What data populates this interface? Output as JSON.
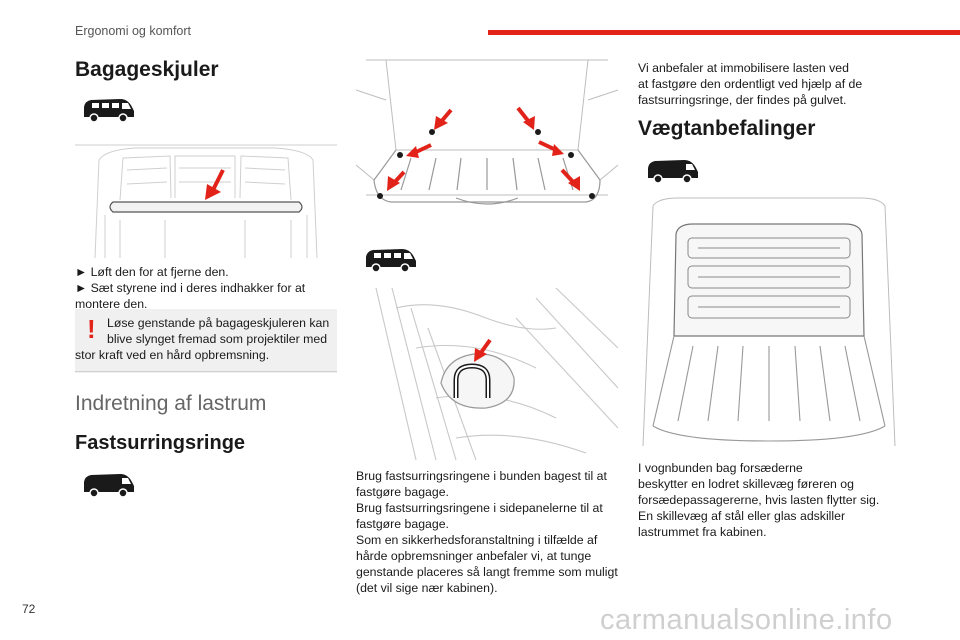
{
  "header": {
    "section_title": "Ergonomi og komfort"
  },
  "page_number": "72",
  "watermark": "carmanualsonline.info",
  "colors": {
    "accent": "#e2231a",
    "text": "#1a1a1a",
    "note_bg": "#f0f0f0"
  },
  "col1": {
    "title": "Bagageskjuler",
    "steps": [
      "► Løft den for at fjerne den.",
      "► Sæt styrene ind i deres indhakker for at",
      "montere den."
    ],
    "warning_lines": [
      "Løse genstande på bagageskjuleren kan",
      "blive slynget fremad som projektiler med",
      "stor kraft ved en hård opbremsning."
    ],
    "section_title": "Indretning af lastrum",
    "subsection_title": "Fastsurringsringe"
  },
  "col2": {
    "paragraph_lines": [
      "Brug fastsurringsringene i bunden bagest til at",
      "fastgøre bagage.",
      "Brug fastsurringsringene i sidepanelerne til at",
      "fastgøre bagage.",
      "Som en sikkerhedsforanstaltning i tilfælde af",
      "hårde opbremsninger anbefaler vi, at tunge",
      "genstande placeres så langt fremme som muligt",
      "(det vil sige nær kabinen)."
    ]
  },
  "col3": {
    "intro_lines": [
      "Vi anbefaler at immobilisere lasten ved",
      "at fastgøre den ordentligt ved hjælp af de",
      "fastsurringsringe, der findes på gulvet."
    ],
    "title": "Vægtanbefalinger",
    "paragraph_lines": [
      "I vognbunden bag forsæderne",
      "beskytter en lodret skillevæg føreren og",
      "forsædepassagererne, hvis lasten flytter sig.",
      "En skillevæg af stål eller glas adskiller",
      "lastrummet fra kabinen."
    ]
  },
  "icons": {
    "van_bus": "van-bus-icon",
    "van_cargo": "van-cargo-icon",
    "warning": "warning-exclamation-icon",
    "arrow": "red-arrow-icon"
  }
}
